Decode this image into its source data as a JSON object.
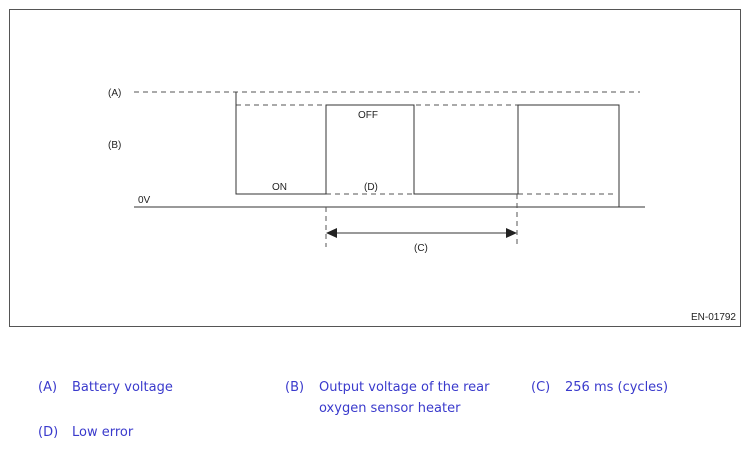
{
  "figure": {
    "label_a": "(A)",
    "label_b": "(B)",
    "label_0v": "0V",
    "label_on": "ON",
    "label_off": "OFF",
    "label_d": "(D)",
    "label_c": "(C)",
    "figure_code": "EN-01792"
  },
  "legend": [
    {
      "key": "(A)",
      "text": "Battery voltage"
    },
    {
      "key": "(B)",
      "text": "Output voltage of the rear",
      "text2": "oxygen sensor heater"
    },
    {
      "key": "(C)",
      "text": "256 ms (cycles)"
    },
    {
      "key": "(D)",
      "text": "Low error"
    }
  ],
  "colors": {
    "line": "#333333",
    "dashed": "#555555",
    "legend_text": "#3a3acc"
  }
}
